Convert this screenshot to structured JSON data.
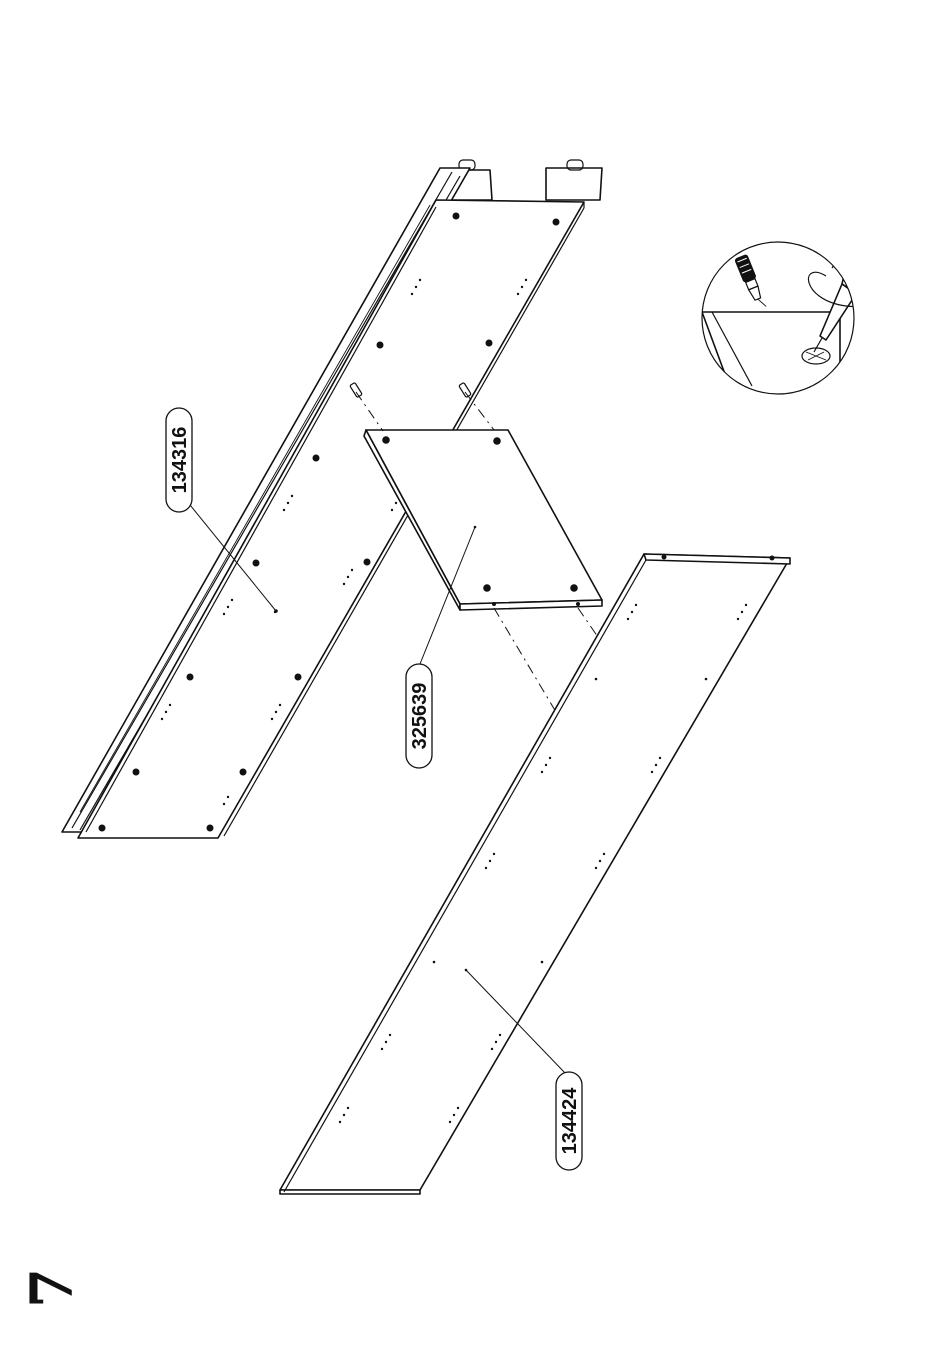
{
  "step": {
    "number": "7"
  },
  "parts": [
    {
      "id": "side-panel",
      "code": "134316"
    },
    {
      "id": "shelf",
      "code": "325639"
    },
    {
      "id": "bottom-panel",
      "code": "134424"
    }
  ]
}
